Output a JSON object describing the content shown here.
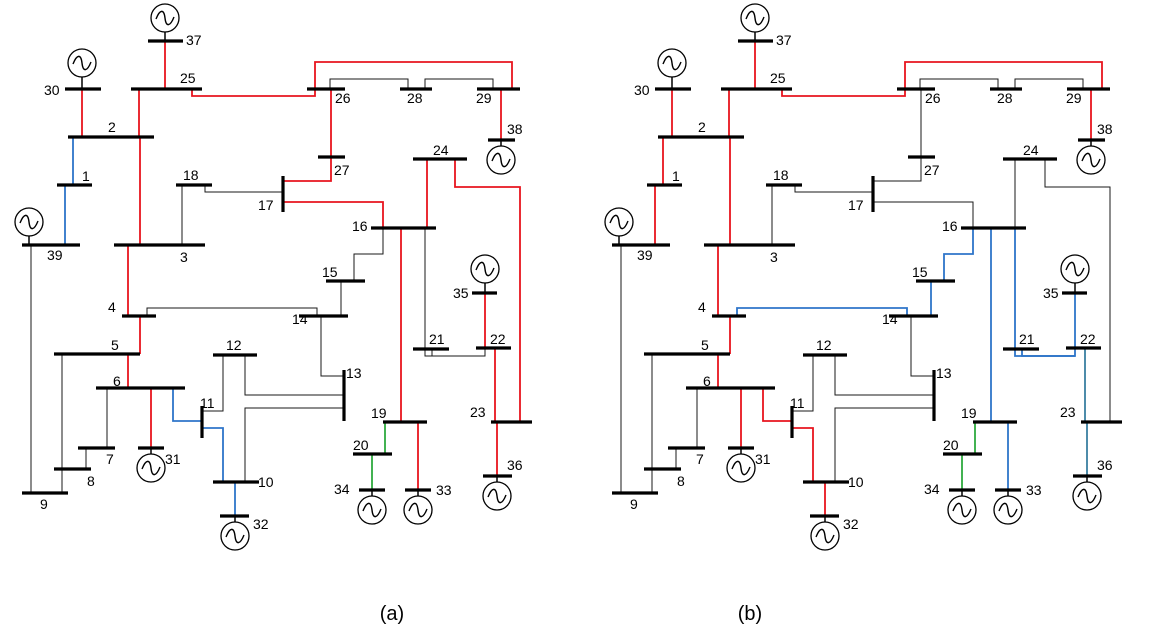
{
  "colors": {
    "default": "#1a1a1a",
    "red": "#e8141e",
    "blue": "#2e75c9",
    "green": "#2eaa3e",
    "steel": "#3a7fa0",
    "bus": "#000000"
  },
  "captions": {
    "a": "(a)",
    "b": "(b)"
  },
  "diagram_a": {
    "bus_labels": {
      "b1": "1",
      "b2": "2",
      "b3": "3",
      "b4": "4",
      "b5": "5",
      "b6": "6",
      "b7": "7",
      "b8": "8",
      "b9": "9",
      "b10": "10",
      "b11": "11",
      "b12": "12",
      "b13": "13",
      "b14": "14",
      "b15": "15",
      "b16": "16",
      "b17": "17",
      "b18": "18",
      "b19": "19",
      "b20": "20",
      "b21": "21",
      "b22": "22",
      "b23": "23",
      "b24": "24",
      "b25": "25",
      "b26": "26",
      "b27": "27",
      "b28": "28",
      "b29": "29",
      "b30": "30",
      "b31": "31",
      "b32": "32",
      "b33": "33",
      "b34": "34",
      "b35": "35",
      "b36": "36",
      "b37": "37",
      "b38": "38",
      "b39": "39"
    },
    "line_colors": {
      "l30_2": "red",
      "l2_1": "blue",
      "l1_39": "blue",
      "l37_25": "red",
      "l25_2": "red",
      "l25_26": "red",
      "l26_28": "default",
      "l28_29": "default",
      "l26_29": "red",
      "l29_38": "red",
      "l26_27": "red",
      "l27_17": "red",
      "l17_16": "red",
      "l18_17": "default",
      "l18_3": "default",
      "l2_3": "red",
      "l3_4": "red",
      "l4_14": "default",
      "l4_5": "red",
      "l5_6": "red",
      "l5_8": "default",
      "l39_9": "default",
      "l8_9": "default",
      "l6_7": "default",
      "l7_8": "default",
      "l6_31": "red",
      "l6_11": "blue",
      "l11_10": "blue",
      "l10_32": "blue",
      "l11_12": "default",
      "l12_13": "default",
      "l10_13": "default",
      "l14_13": "default",
      "l15_14": "default",
      "l16_15": "default",
      "l16_24": "red",
      "l16_21": "default",
      "l16_19": "red",
      "l21_22": "default",
      "l35_22": "red",
      "l22_23": "red",
      "l23_36": "red",
      "l24_23": "red",
      "l19_20": "green",
      "l20_34": "green",
      "l19_33": "red"
    }
  },
  "diagram_b": {
    "bus_labels": {
      "b1": "1",
      "b2": "2",
      "b3": "3",
      "b4": "4",
      "b5": "5",
      "b6": "6",
      "b7": "7",
      "b8": "8",
      "b9": "9",
      "b10": "10",
      "b11": "11",
      "b12": "12",
      "b13": "13",
      "b14": "14",
      "b15": "15",
      "b16": "16",
      "b17": "17",
      "b18": "18",
      "b19": "19",
      "b20": "20",
      "b21": "21",
      "b22": "22",
      "b23": "23",
      "b24": "24",
      "b25": "25",
      "b26": "26",
      "b27": "27",
      "b28": "28",
      "b29": "29",
      "b30": "30",
      "b31": "31",
      "b32": "32",
      "b33": "33",
      "b34": "34",
      "b35": "35",
      "b36": "36",
      "b37": "37",
      "b38": "38",
      "b39": "39"
    },
    "line_colors": {
      "l30_2": "red",
      "l2_1": "red",
      "l1_39": "red",
      "l37_25": "red",
      "l25_2": "red",
      "l25_26": "red",
      "l26_28": "default",
      "l28_29": "default",
      "l26_29": "red",
      "l29_38": "red",
      "l26_27": "default",
      "l27_17": "default",
      "l17_16": "default",
      "l18_17": "default",
      "l18_3": "default",
      "l2_3": "red",
      "l3_4": "red",
      "l4_14": "blue",
      "l4_5": "red",
      "l5_6": "red",
      "l5_8": "default",
      "l39_9": "default",
      "l8_9": "default",
      "l6_7": "default",
      "l7_8": "default",
      "l6_31": "red",
      "l6_11": "red",
      "l11_10": "red",
      "l10_32": "red",
      "l11_12": "default",
      "l12_13": "default",
      "l10_13": "default",
      "l14_13": "default",
      "l15_14": "blue",
      "l16_15": "blue",
      "l16_24": "default",
      "l16_21": "blue",
      "l16_19": "blue",
      "l21_22": "blue",
      "l35_22": "blue",
      "l22_23": "steel",
      "l23_36": "steel",
      "l24_23": "default",
      "l19_20": "green",
      "l20_34": "green",
      "l19_33": "blue"
    }
  }
}
